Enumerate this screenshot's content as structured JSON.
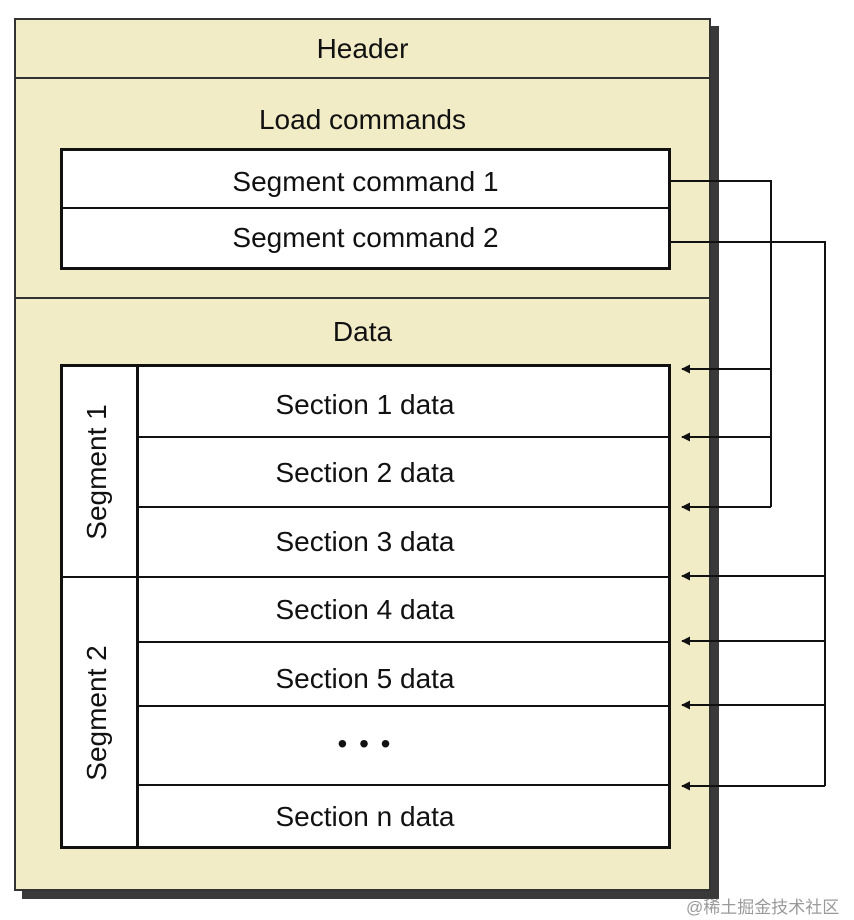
{
  "header": {
    "label": "Header"
  },
  "load_commands": {
    "label": "Load commands",
    "items": [
      "Segment command 1",
      "Segment command 2"
    ]
  },
  "data_region": {
    "label": "Data",
    "segments": [
      {
        "label": "Segment 1",
        "sections": [
          "Section 1 data",
          "Section 2 data",
          "Section 3 data"
        ]
      },
      {
        "label": "Segment 2",
        "sections": [
          "Section 4 data",
          "Section 5 data",
          "• • •",
          "Section n data"
        ]
      }
    ]
  },
  "watermark": "@稀土掘金技术社区"
}
